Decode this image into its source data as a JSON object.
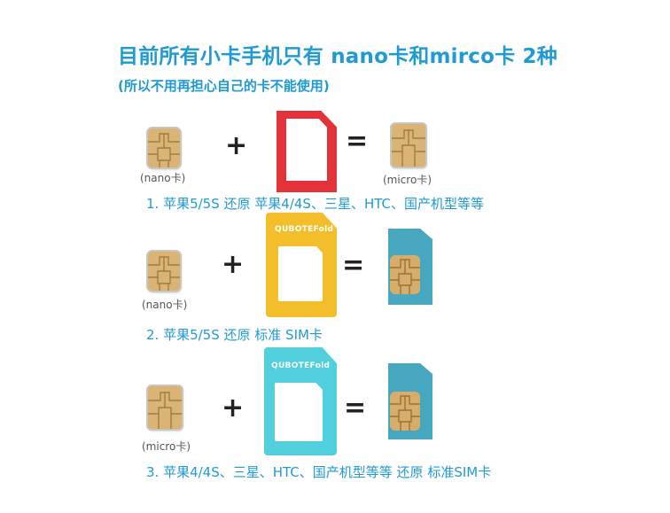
{
  "heading": {
    "title": "目前所有小卡手机只有 nano卡和mirco卡 2种",
    "subtitle": "(所以不用再担心自己的卡不能使用)"
  },
  "rows": [
    {
      "input_label": "(nano卡)",
      "plus": "+",
      "equals": "=",
      "output_label": "(micro卡)",
      "caption": "1. 苹果5/5S  还原  苹果4/4S、三星、HTC、国产机型等等"
    },
    {
      "input_label": "(nano卡)",
      "plus": "+",
      "equals": "=",
      "adapter_brand": "QUBOTEFold",
      "caption": "2. 苹果5/5S  还原  标准 SIM卡"
    },
    {
      "input_label": "(micro卡)",
      "plus": "+",
      "equals": "=",
      "adapter_brand": "QUBOTEFold",
      "caption": "3. 苹果4/4S、三星、HTC、国产机型等等 还原 标准SIM卡"
    }
  ],
  "colors": {
    "accent": "#1f9ad3",
    "red_adapter": "#e4323a",
    "yellow_adapter": "#f2bf2a",
    "cyan_adapter": "#52cfdc",
    "blue_sim": "#46a7bf",
    "chip_gold": "#d9b474"
  },
  "icons": [
    "nano-sim-icon",
    "micro-adapter-icon",
    "standard-adapter-icon",
    "standard-sim-icon"
  ]
}
